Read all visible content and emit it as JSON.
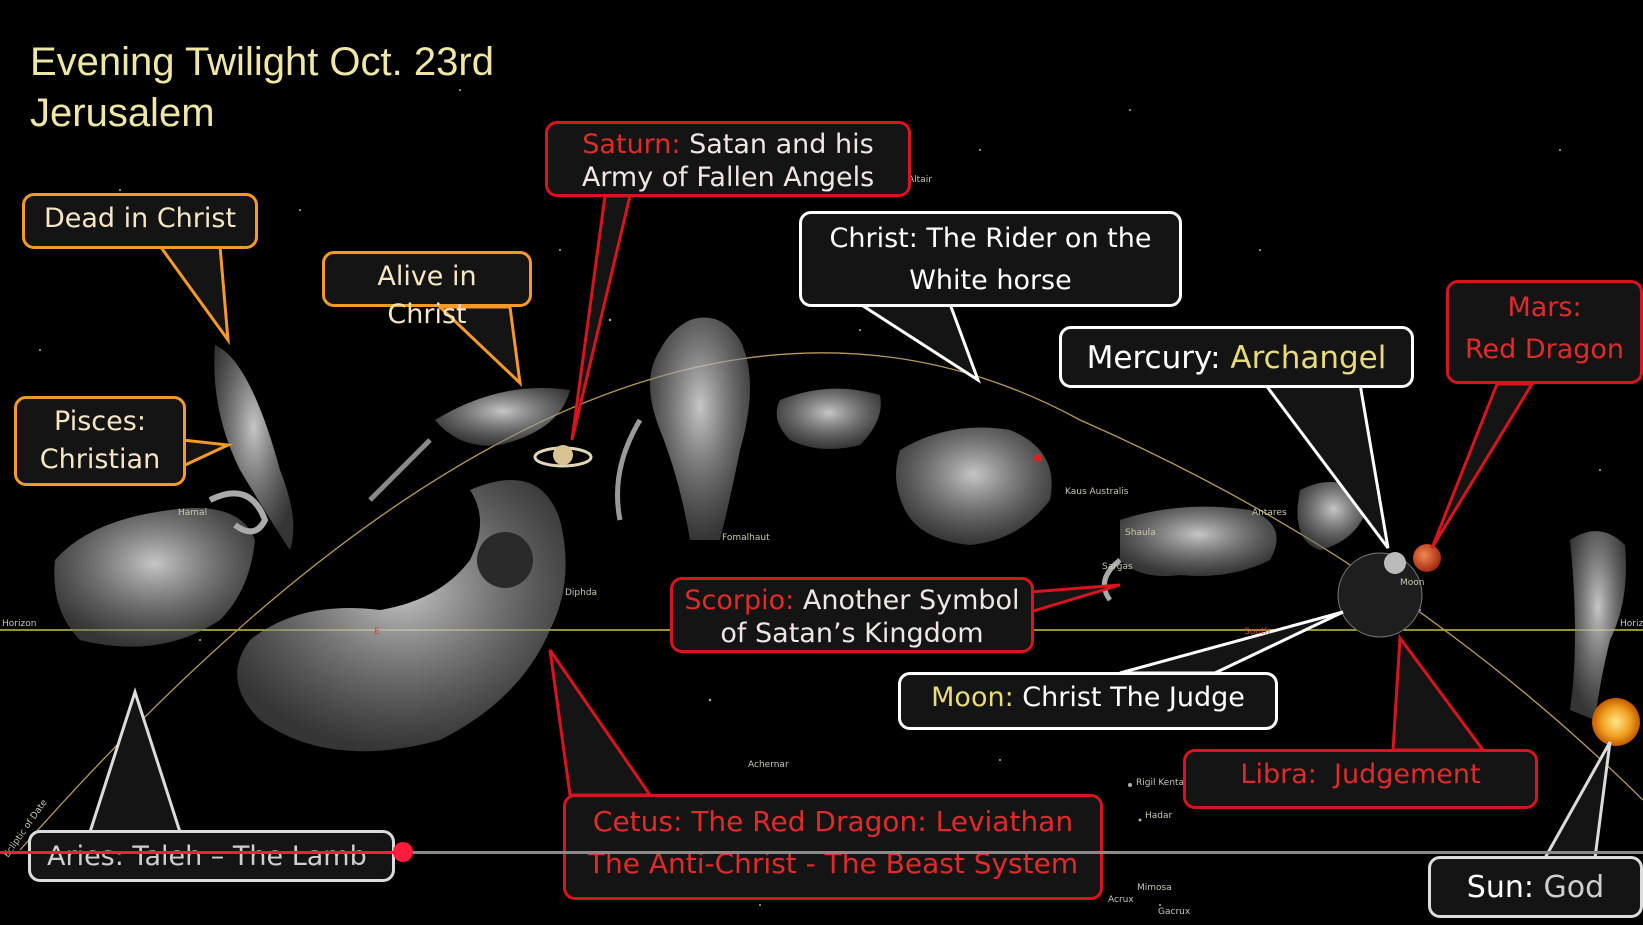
{
  "title": {
    "line1": "Evening Twilight Oct. 23rd",
    "line2": "Jerusalem"
  },
  "callouts": {
    "dead_in_christ": "Dead in Christ",
    "alive_in_christ": "Alive in Christ",
    "pisces": {
      "name": "Pisces:",
      "meaning": "Christian"
    },
    "saturn": {
      "name": "Saturn:",
      "meaning_line1": "Satan and his",
      "meaning_line2": "Army of Fallen Angels"
    },
    "christ": {
      "line1": "Christ: The Rider on the",
      "line2": "White horse"
    },
    "mercury": {
      "name": "Mercury:",
      "meaning": "Archangel"
    },
    "mars": {
      "name": "Mars:",
      "meaning": "Red Dragon"
    },
    "scorpio": {
      "name": "Scorpio:",
      "meaning_line1": "Another Symbol",
      "meaning_line2": "of Satan’s Kingdom"
    },
    "moon": {
      "name": "Moon:",
      "meaning": "Christ The Judge"
    },
    "libra": {
      "name": "Libra:",
      "meaning": "Judgement"
    },
    "cetus": {
      "name": "Cetus:",
      "meaning_line1": "The Red Dragon: Leviathan",
      "line2": "The Anti-Christ - The Beast System"
    },
    "aries": "Aries: Taleh – The Lamb",
    "sun": {
      "name": "Sun:",
      "meaning": "God"
    }
  },
  "sky_labels": {
    "horizon_left": "Horizon",
    "horizon_right": "Horiz",
    "hamal": "Hamal",
    "diphda": "Diphda",
    "fomalhaut": "Fomalhaut",
    "altair": "Altair",
    "antares": "Antares",
    "shaula": "Shaula",
    "sargas": "Sargas",
    "kaus_australis": "Kaus Australis",
    "achernar": "Achernar",
    "rigil_kentaurus": "Rigil Kenta",
    "hadar": "Hadar",
    "mimosa": "Mimosa",
    "acrux": "Acrux",
    "gacrux": "Gacrux",
    "ecliptic": "Ecliptic of Date",
    "moon_label": "Moon",
    "east_marker": "E",
    "south_marker": "South"
  },
  "colors": {
    "title": "#efe7a6",
    "orange_border": "#f59a2a",
    "red_border": "#d8141e",
    "white_border": "#ffffff",
    "horizon_line": "#c9c23a",
    "ecliptic_line": "#b69a5a",
    "progress": "#ff1b3c"
  },
  "progress": {
    "fraction": 0.245
  }
}
